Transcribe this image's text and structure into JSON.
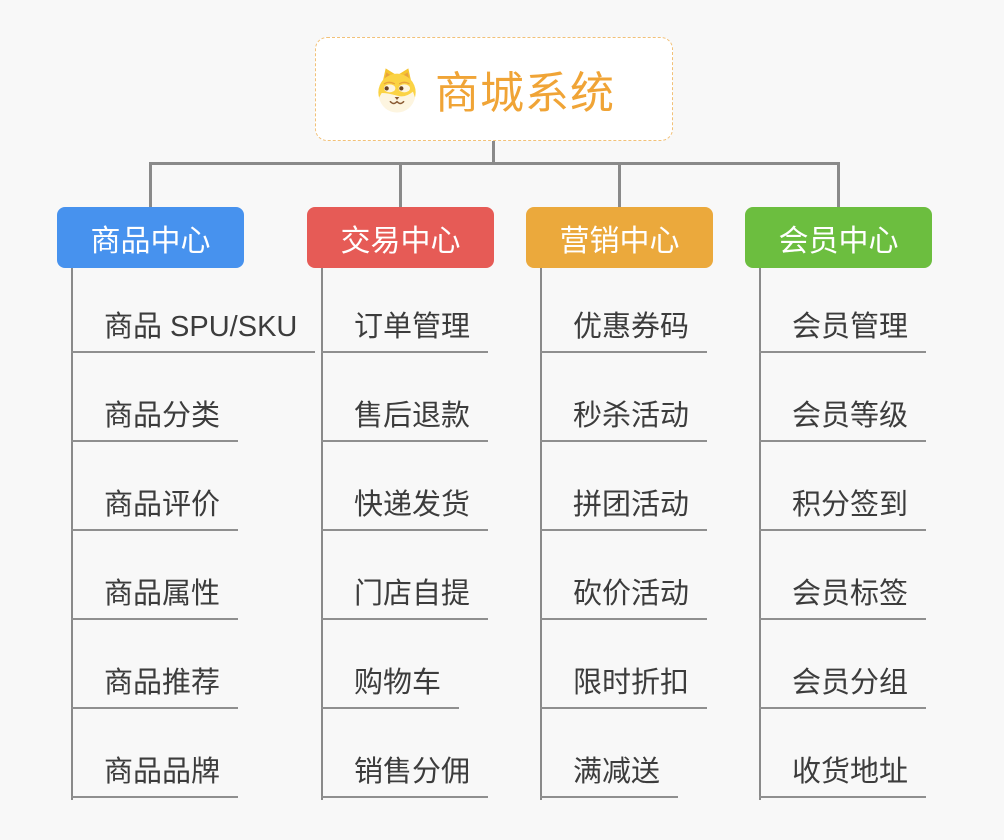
{
  "app": {
    "background_color": "#f8f8f8",
    "connector_color": "#8a8a8a",
    "underline_color": "#8f8f8f",
    "leaf_text_color": "#3c3c3c"
  },
  "root": {
    "label": "商城系统",
    "icon": "dog-face-icon",
    "text_color": "#f0a436",
    "border_color": "#f2c178",
    "background": "#ffffff"
  },
  "branches": [
    {
      "label": "商品中心",
      "color": "#4792ee",
      "children": [
        "商品 SPU/SKU",
        "商品分类",
        "商品评价",
        "商品属性",
        "商品推荐",
        "商品品牌"
      ]
    },
    {
      "label": "交易中心",
      "color": "#e65b56",
      "children": [
        "订单管理",
        "售后退款",
        "快递发货",
        "门店自提",
        "购物车",
        "销售分佣"
      ]
    },
    {
      "label": "营销中心",
      "color": "#eba93c",
      "children": [
        "优惠券码",
        "秒杀活动",
        "拼团活动",
        "砍价活动",
        "限时折扣",
        "满减送"
      ]
    },
    {
      "label": "会员中心",
      "color": "#6cbe3f",
      "children": [
        "会员管理",
        "会员等级",
        "积分签到",
        "会员标签",
        "会员分组",
        "收货地址"
      ]
    }
  ]
}
